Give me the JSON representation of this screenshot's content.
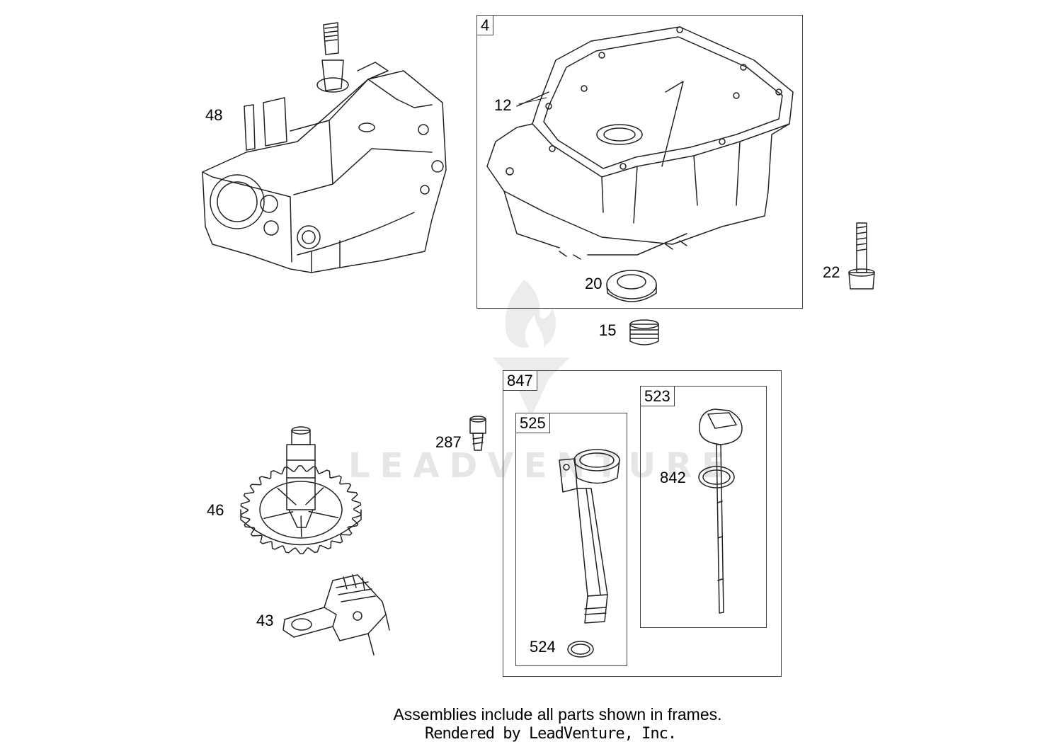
{
  "diagram": {
    "watermark": "LEADVENTURE",
    "callouts": {
      "c48": "48",
      "c12": "12",
      "c20": "20",
      "c15": "15",
      "c22": "22",
      "c287": "287",
      "c46": "46",
      "c43": "43",
      "c842": "842",
      "c524": "524"
    },
    "frames": {
      "f4": "4",
      "f847": "847",
      "f525": "525",
      "f523": "523"
    }
  },
  "footer": {
    "note": "Assemblies include all parts shown in frames.",
    "credit": "Rendered by LeadVenture, Inc."
  }
}
